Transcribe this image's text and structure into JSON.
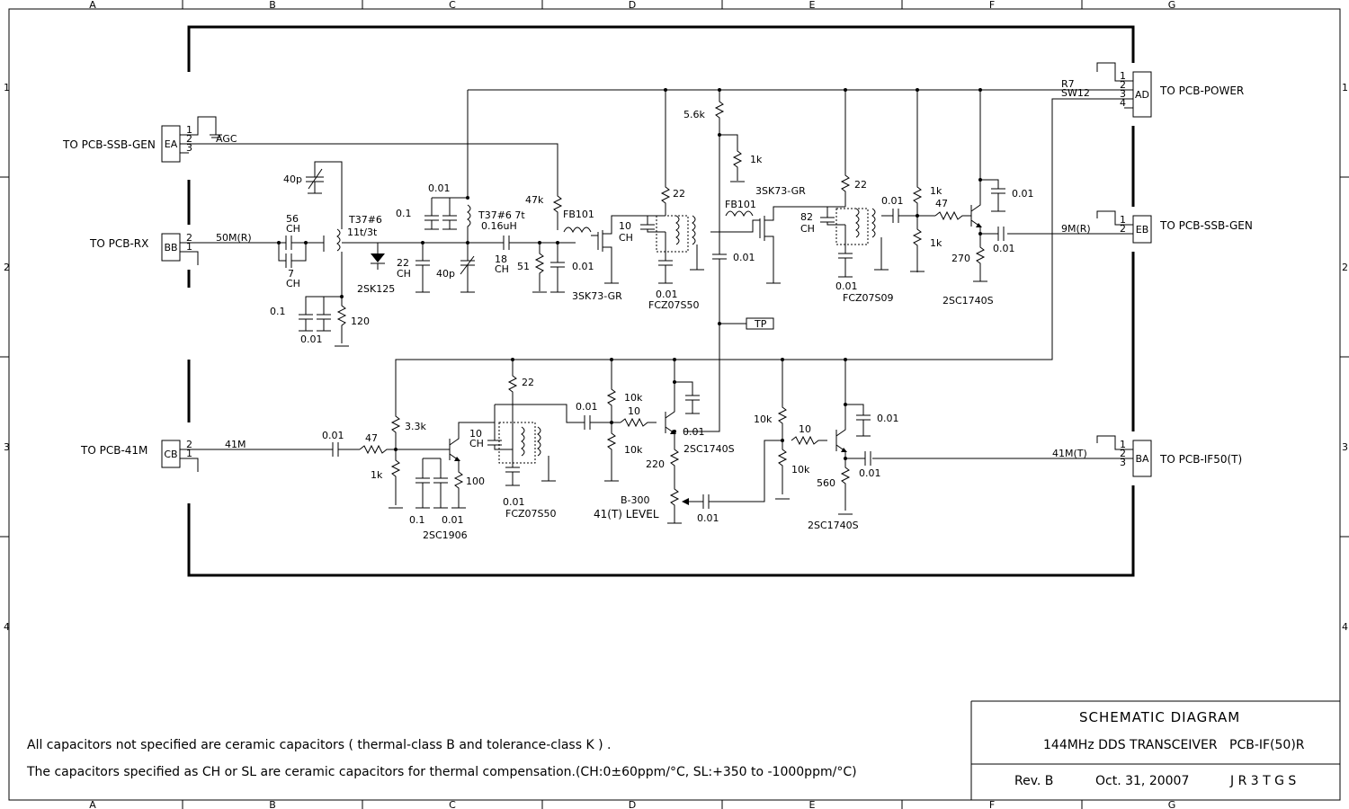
{
  "grid": {
    "columns": [
      "A",
      "B",
      "C",
      "D",
      "E",
      "F",
      "G"
    ],
    "rows": [
      "1",
      "2",
      "3",
      "4"
    ]
  },
  "connectors": {
    "ea": {
      "id": "EA",
      "label": "TO PCB-SSB-GEN",
      "pins": [
        "1",
        "2",
        "3"
      ],
      "net": "AGC"
    },
    "bb": {
      "id": "BB",
      "label": "TO PCB-RX",
      "pins": [
        "2",
        "1"
      ],
      "net": "50M(R)"
    },
    "cb": {
      "id": "CB",
      "label": "TO PCB-41M",
      "pins": [
        "2",
        "1"
      ],
      "net": "41M"
    },
    "ad": {
      "id": "AD",
      "label": "TO PCB-POWER",
      "pins": [
        "1",
        "2",
        "3",
        "4"
      ],
      "net_a": "R7",
      "net_b": "SW12"
    },
    "eb": {
      "id": "EB",
      "label": "TO PCB-SSB-GEN",
      "pins": [
        "1",
        "2"
      ],
      "net": "9M(R)"
    },
    "ba": {
      "id": "BA",
      "label": "TO PCB-IF50(T)",
      "pins": [
        "1",
        "2",
        "3"
      ],
      "net": "41M(T)"
    }
  },
  "components": {
    "c40p_top": "40p",
    "t37_a": "T37#6",
    "t37_a_turns": "11t/3t",
    "c56": "56",
    "c56_type": "CH",
    "c7": "7",
    "c7_type": "CH",
    "c01_rx": "0.1",
    "c001_rx": "0.01",
    "r120": "120",
    "d2sk125": "2SK125",
    "c22": "22",
    "c22_type": "CH",
    "c01_b": "0.1",
    "c001_b": "0.01",
    "t37_b": "T37#6 7t",
    "t37_b_ind": "0.16uH",
    "c40p_b": "40p",
    "c18": "18",
    "c18_type": "CH",
    "r47k": "47k",
    "fb101_a": "FB101",
    "r51": "51",
    "c001_c": "0.01",
    "q3sk73_a": "3SK73-GR",
    "c10_a": "10",
    "c10_a_type": "CH",
    "r22_a": "22",
    "c001_d": "0.01",
    "t_fcz07s50_a": "FCZ07S50",
    "r56k": "5.6k",
    "r1k_a": "1k",
    "q3sk73_b": "3SK73-GR",
    "fb101_b": "FB101",
    "c001_e": "0.01",
    "c82": "82",
    "c82_type": "CH",
    "r22_b": "22",
    "c001_f": "0.01",
    "t_fcz07s09": "FCZ07S09",
    "c001_g": "0.01",
    "r1k_b": "1k",
    "r47_a": "47",
    "r1k_c": "1k",
    "c001_h": "0.01",
    "r270": "270",
    "c001_i": "0.01",
    "q2sc1740_a": "2SC1740S",
    "tp": "TP",
    "c001_j": "0.01",
    "r47_b": "47",
    "r33k": "3.3k",
    "r1k_d": "1k",
    "r22_c": "22",
    "c10_b": "10",
    "c10_b_type": "CH",
    "r100": "100",
    "c01_c": "0.1",
    "c001_k": "0.01",
    "q2sc1906": "2SC1906",
    "c001_l": "0.01",
    "t_fcz07s50_b": "FCZ07S50",
    "r10k_a": "10k",
    "r10_a": "10",
    "r10k_b": "10k",
    "c001_m": "0.01",
    "q2sc1740_b": "2SC1740S",
    "r220": "220",
    "vr_b300": "B-300",
    "vr_label": "41(T) LEVEL",
    "c001_n": "0.01",
    "r10k_c": "10k",
    "r10_b": "10",
    "r10k_d": "10k",
    "c001_o": "0.01",
    "r560": "560",
    "c001_p": "0.01",
    "q2sc1740_c": "2SC1740S"
  },
  "notes": {
    "line1": "All capacitors not specified are ceramic capacitors ( thermal-class B and tolerance-class K ) .",
    "line2": "The capacitors specified as CH or SL are ceramic capacitors for thermal compensation.(CH:0±60ppm/°C,  SL:+350 to -1000ppm/°C)"
  },
  "title_block": {
    "title": "SCHEMATIC DIAGRAM",
    "product": "144MHz DDS TRANSCEIVER",
    "board": "PCB-IF(50)R",
    "revision": "Rev. B",
    "date": "Oct. 31, 20007",
    "author": "J R 3 T G S"
  }
}
